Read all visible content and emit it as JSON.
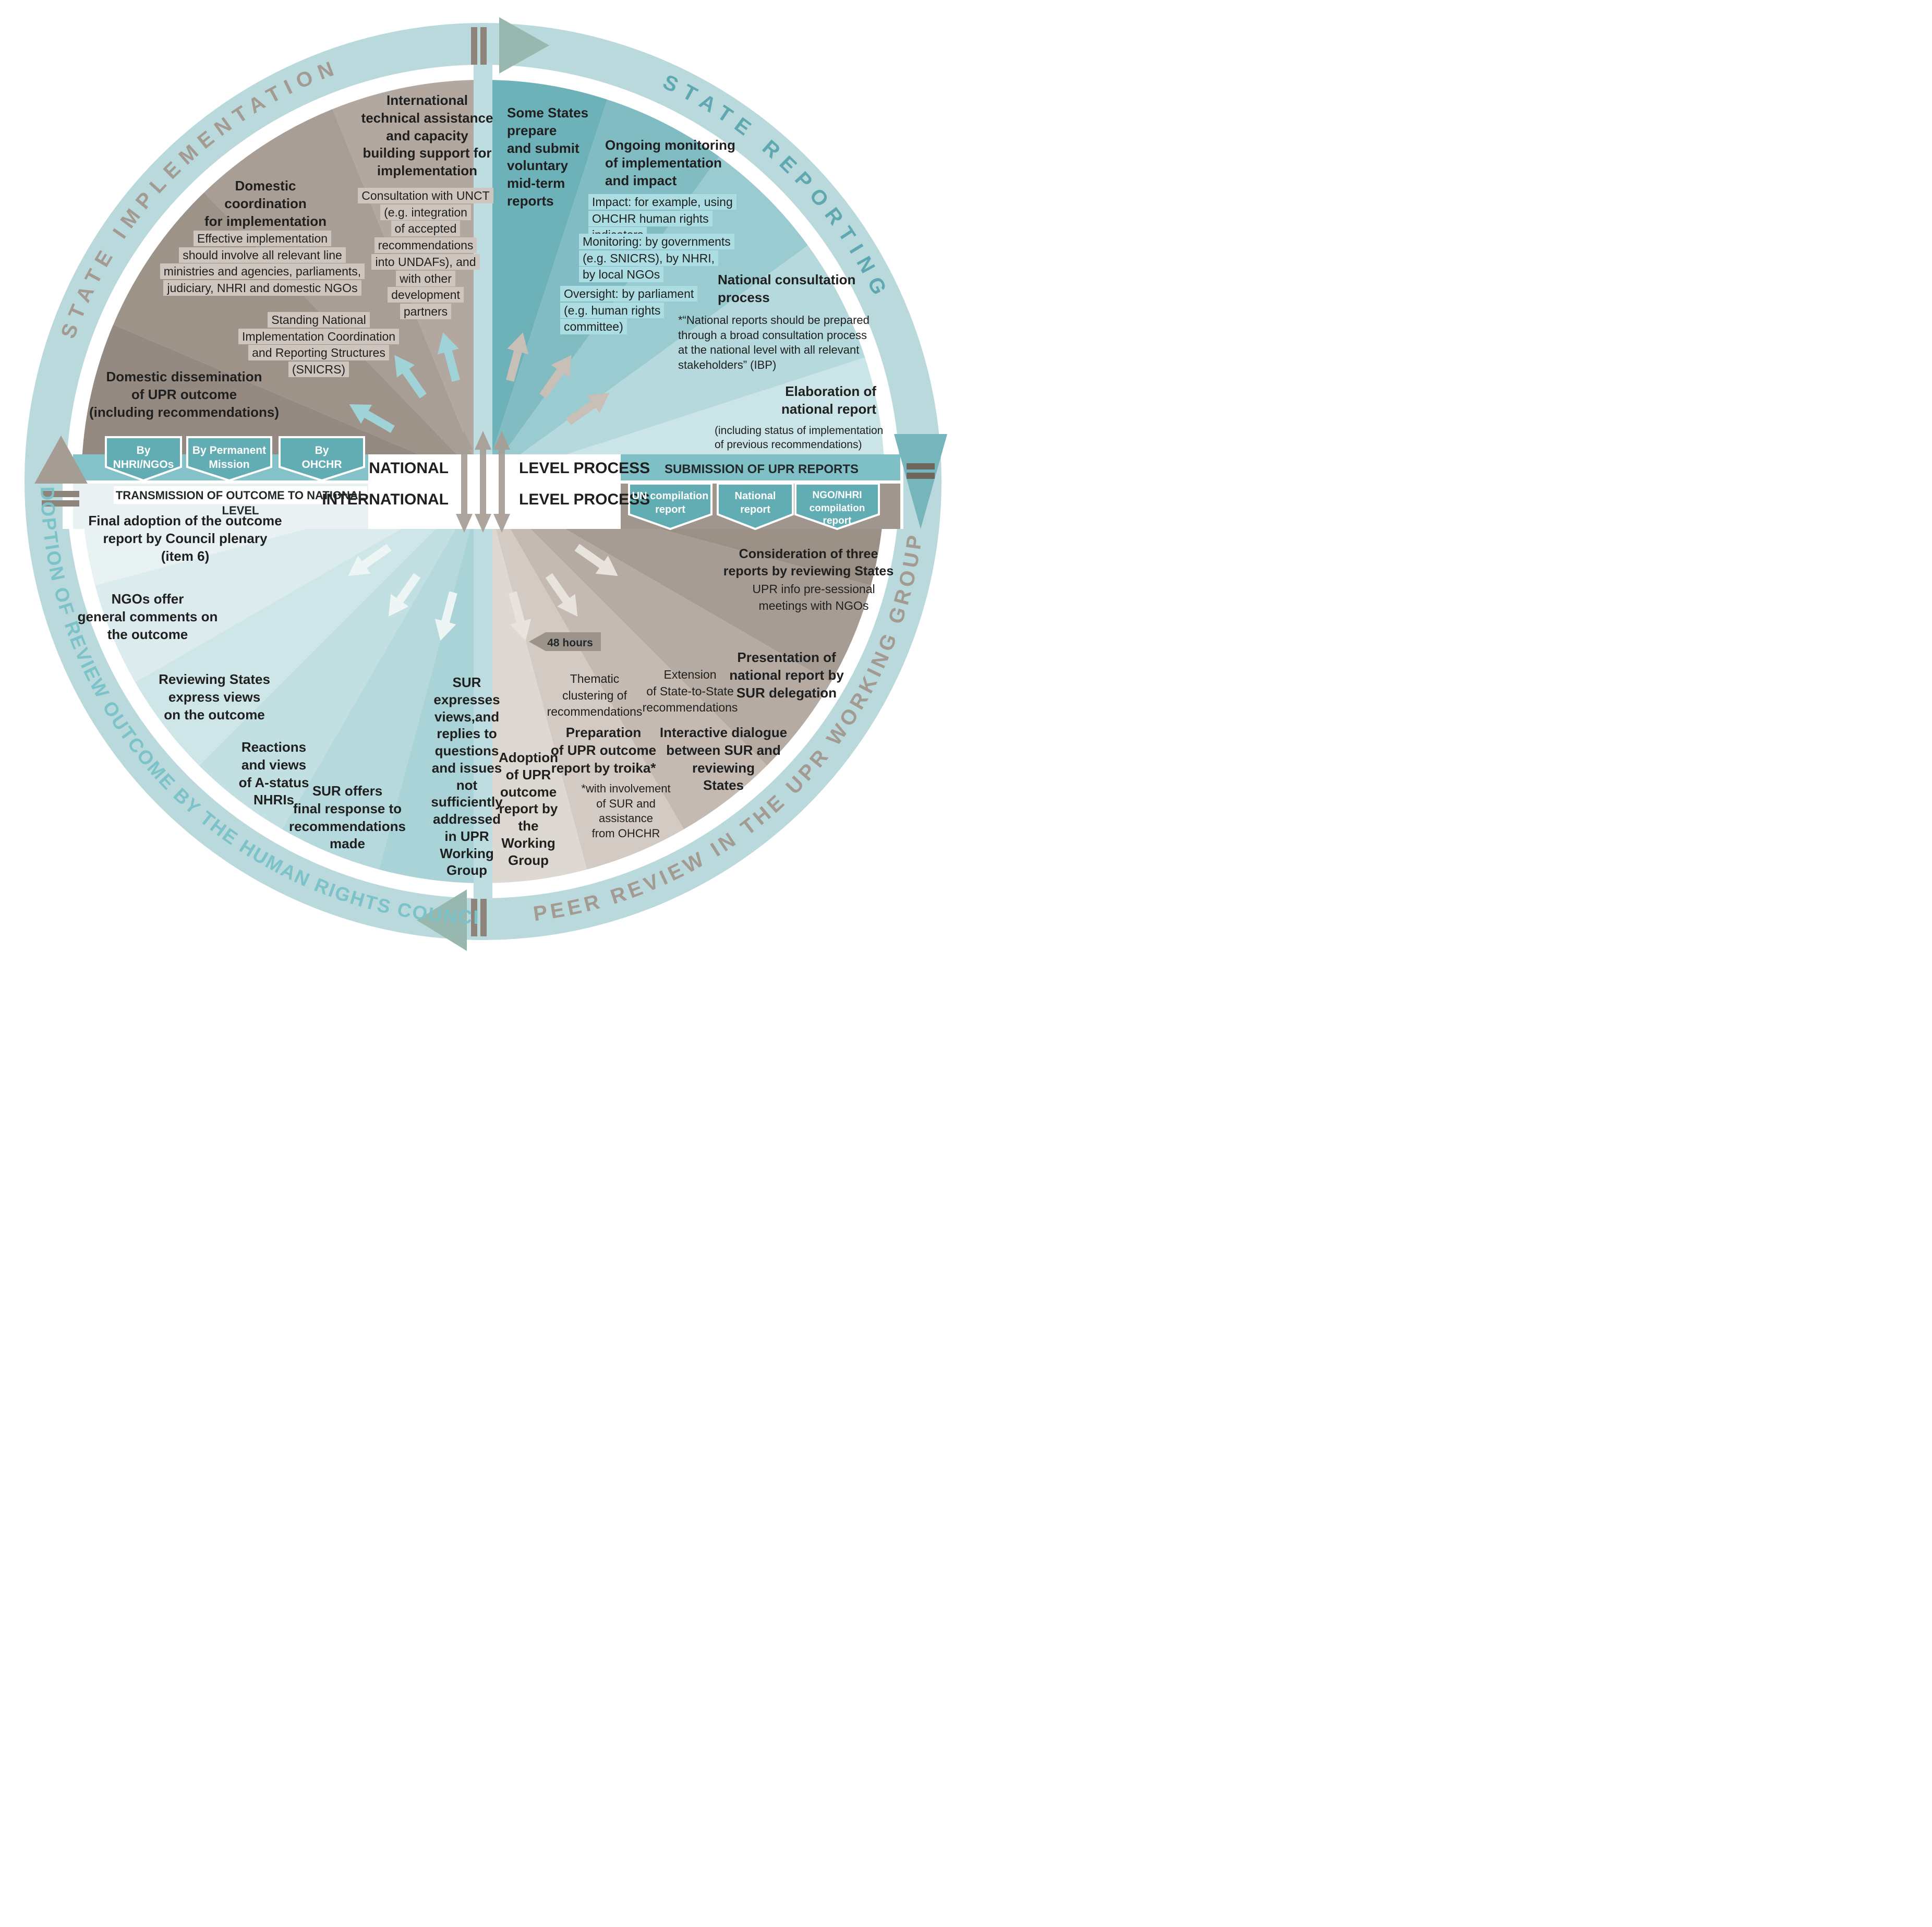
{
  "palette": {
    "ring": "#b9d9dc",
    "teal_dark": "#6db1b9",
    "teal_light": "#cbe4e7",
    "taupe_dark": "#9a9086",
    "taupe_light": "#ded8d2",
    "adoption_light": "#e9f2f3",
    "highlight_gray": "#cdc5be",
    "highlight_teal": "#abdde2",
    "hexagon_teal": "#62acb4",
    "arrow_gray": "#a59c93",
    "arrow_teal": "#76b5bb",
    "text": "#1f1f1f"
  },
  "ring": {
    "top_left": "STATE IMPLEMENTATION",
    "top_right": "STATE REPORTING",
    "bottom_right": "PEER REVIEW IN THE UPR WORKING GROUP",
    "bottom_left": "ADOPTION OF REVIEW OUTCOME BY THE HUMAN RIGHTS COUNCIL"
  },
  "band": {
    "national_left": "NATIONAL",
    "national_right": "LEVEL PROCESS",
    "international_left": "INTERNATIONAL",
    "international_right": "LEVEL PROCESS",
    "transmission": "TRANSMISSION OF OUTCOME TO NATIONAL LEVEL",
    "submission": "SUBMISSION OF UPR REPORTS",
    "left_hexagons": [
      "By\nNHRI/NGOs",
      "By Permanent\nMission",
      "By\nOHCHR"
    ],
    "right_hexagons": [
      "UN compilation\nreport",
      "National\nreport",
      "NGO/NHRI\ncompilation report"
    ]
  },
  "state_implementation": {
    "assistance": "International\ntechnical assistance\nand capacity\nbuilding support for\nimplementation",
    "consultation_unct": "Consultation with UNCT\n(e.g. integration\nof accepted\nrecommendations\ninto UNDAFs), and\nwith other\ndevelopment\npartners",
    "coordination": "Domestic\ncoordination\nfor implementation",
    "effective": "Effective implementation\nshould involve all relevant line\nministries and agencies, parliaments,\njudiciary, NHRI and domestic NGOs",
    "snicrs": "Standing National\nImplementation Coordination\nand Reporting Structures\n(SNICRS)",
    "dissemination": "Domestic dissemination\nof UPR outcome\n(including recommendations)"
  },
  "state_reporting": {
    "midterm": "Some States\nprepare\nand submit\nvoluntary\nmid-term\nreports",
    "monitoring_header": "Ongoing monitoring\nof implementation\nand impact",
    "impact": "Impact: for example, using\nOHCHR human rights indicators",
    "monitoring": "Monitoring: by governments\n(e.g. SNICRS), by NHRI,\nby local NGOs",
    "oversight": "Oversight: by parliament\n(e.g. human rights\ncommittee)",
    "consultation_header": "National consultation\nprocess",
    "consultation_note": "*“National reports should be prepared\nthrough a broad consultation process\nat the national level with all relevant\nstakeholders” (IBP)",
    "elaboration_header": "Elaboration of\nnational report",
    "elaboration_note": "(including status of implementation\nof previous recommendations)"
  },
  "peer_review": {
    "consideration": "Consideration of three\nreports by reviewing States",
    "upr_info": "UPR info pre-sessional\nmeetings with NGOs",
    "badge_48h": "48 hours",
    "presentation": "Presentation of\nnational report by\nSUR delegation",
    "extension": "Extension\nof State-to-State\nrecommendations",
    "thematic": "Thematic\nclustering of\nrecommendations",
    "dialogue": "Interactive dialogue\nbetween SUR and\nreviewing\nStates",
    "preparation": "Preparation\nof UPR outcome\nreport by troika*",
    "troika_note": "*with involvement\nof SUR and\nassistance\nfrom OHCHR",
    "adoption_wg": "Adoption\nof UPR\noutcome\nreport by\nthe\nWorking\nGroup"
  },
  "adoption_hrc": {
    "final_adoption": "Final adoption of the outcome\nreport by Council plenary\n(item 6)",
    "ngos": "NGOs offer\ngeneral comments on\nthe outcome",
    "reviewing_states": "Reviewing States\nexpress views\non the outcome",
    "reactions": "Reactions\nand views\nof A-status\nNHRIs",
    "sur_response": "SUR offers\nfinal response to\nrecommendations\nmade",
    "sur_expresses": "SUR\nexpresses\nviews,and\nreplies to\nquestions\nand issues\nnot\nsufficiently\naddressed\nin UPR\nWorking\nGroup"
  }
}
